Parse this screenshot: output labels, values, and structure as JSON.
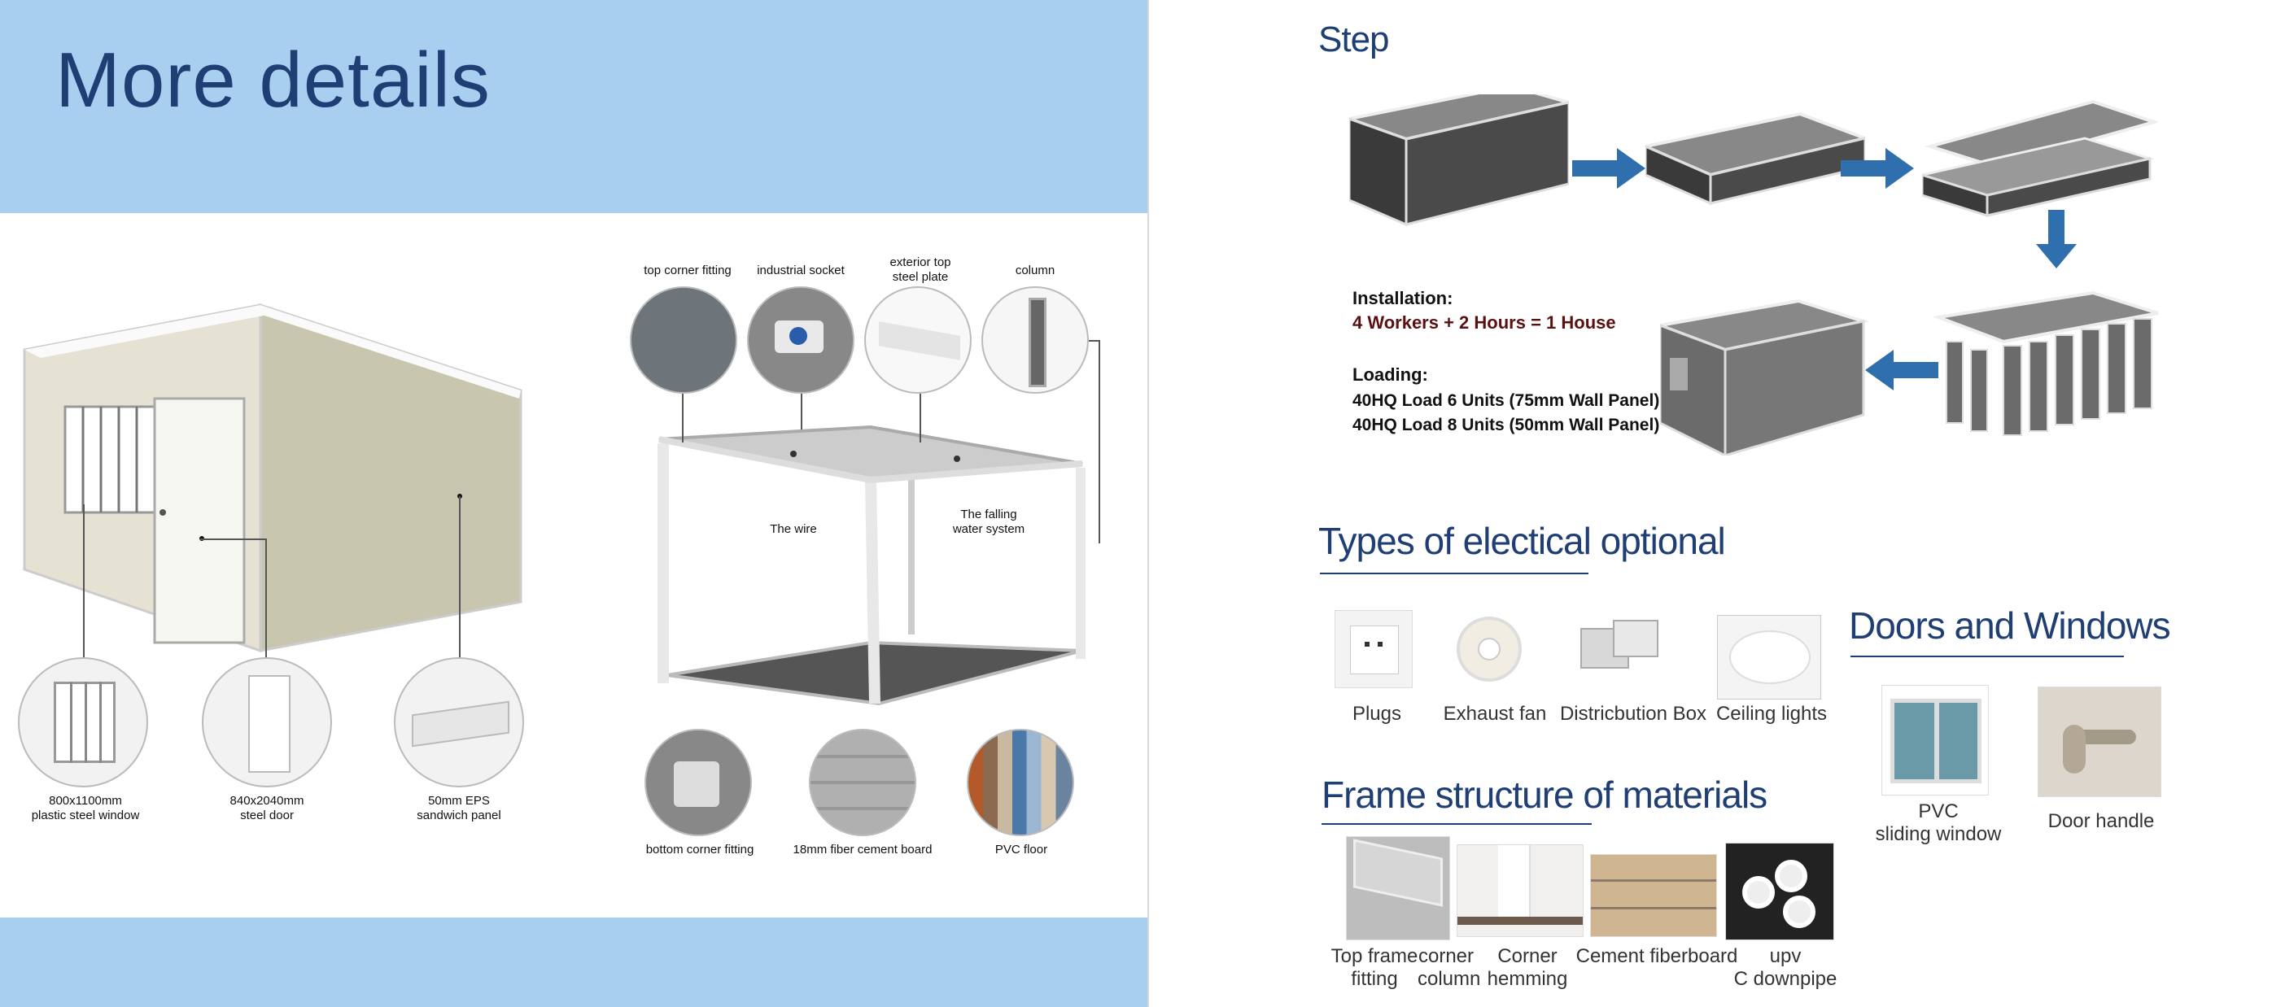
{
  "left": {
    "title": "More details",
    "container_labels": {
      "window": [
        "800x1100mm",
        "plastic steel window"
      ],
      "door": [
        "840x2040mm",
        "steel door"
      ],
      "panel": [
        "50mm EPS",
        "sandwich panel"
      ]
    },
    "frame_labels": {
      "top_corner": "top corner fitting",
      "socket": "industrial socket",
      "plate": [
        "exterior top",
        "steel plate"
      ],
      "column": "column",
      "wire": "The wire",
      "water": [
        "The falling",
        "water system"
      ],
      "bottom_corner": "bottom corner fitting",
      "board": "18mm fiber cement board",
      "floor": "PVC floor"
    }
  },
  "right": {
    "step_title": "Step",
    "installation_heading": "Installation:",
    "installation_text": "4 Workers + 2 Hours = 1 House",
    "loading_heading": "Loading:",
    "loading_lines": [
      "40HQ Load 6 Units (75mm Wall Panel)",
      "40HQ Load 8 Units (50mm Wall Panel)"
    ],
    "electrical_title": "Types of electical optional",
    "electrical_items": [
      "Plugs",
      "Exhaust fan",
      "Districbution Box",
      "Ceiling lights"
    ],
    "doors_title": "Doors and Windows",
    "doors_items": [
      [
        "PVC",
        "sliding window"
      ],
      [
        "Door handle"
      ]
    ],
    "frame_title": "Frame structure of materials",
    "frame_items": [
      [
        "Top frame",
        "fitting"
      ],
      [
        "corner",
        "column"
      ],
      [
        "Corner",
        "hemming"
      ],
      [
        "Cement fiberboard"
      ],
      [
        "upv",
        "C downpipe"
      ]
    ]
  },
  "colors": {
    "band": "#a9cff0",
    "title": "#1f3e74",
    "arrow": "#2f6fad"
  }
}
